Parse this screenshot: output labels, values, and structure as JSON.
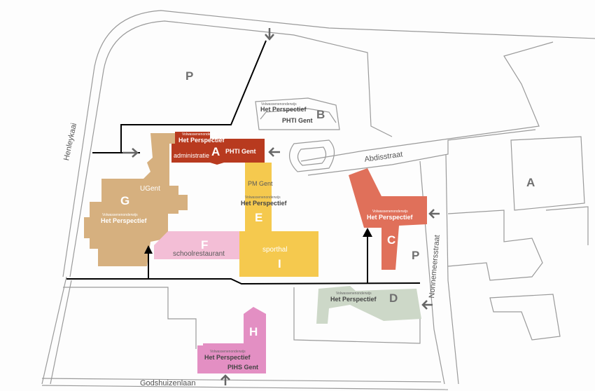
{
  "colors": {
    "A": "#b83a1f",
    "B": "#fafafa",
    "C": "#e0705a",
    "D": "#cdd8c8",
    "E": "#f5c94e",
    "F": "#f3bed6",
    "G": "#d6b07f",
    "H": "#e38fc3",
    "road": "#9a9a9a",
    "route": "#000000",
    "arrow": "#666666"
  },
  "streets": {
    "henleykaai": "Henleykaai",
    "abdisstraat": "Abdisstraat",
    "nonnemeersstraat": "Nonnemeersstraat",
    "godshuizenlaan": "Godshuizenlaan"
  },
  "parking": {
    "p1": "P",
    "p2": "P"
  },
  "buildings": {
    "A": {
      "letter": "A",
      "sub": "Volwassenenonderwijs",
      "name": "Het Perspectief",
      "name2": "PHTI Gent",
      "extra": "administratie"
    },
    "A2": {
      "letter": "A"
    },
    "B": {
      "letter": "B",
      "sub": "Volwassenenonderwijs",
      "name": "Het Perspectief",
      "name2": "PHTI Gent"
    },
    "C": {
      "letter": "C",
      "sub": "Volwassenenonderwijs",
      "name": "Het Perspectief"
    },
    "D": {
      "letter": "D",
      "sub": "Volwassenenonderwijs",
      "name": "Het Perspectief"
    },
    "E": {
      "letter": "E",
      "top": "PM Gent",
      "sub": "Volwassenenonderwijs",
      "name": "Het Perspectief"
    },
    "F": {
      "letter": "F",
      "name": "schoolrestaurant"
    },
    "G": {
      "letter": "G",
      "top": "UGent",
      "sub": "Volwassenenonderwijs",
      "name": "Het Perspectief"
    },
    "H": {
      "letter": "H",
      "sub": "Volwassenenonderwijs",
      "name": "Het Perspectief",
      "name2": "PIHS Gent"
    },
    "I": {
      "letter": "I",
      "name": "sporthal"
    }
  }
}
